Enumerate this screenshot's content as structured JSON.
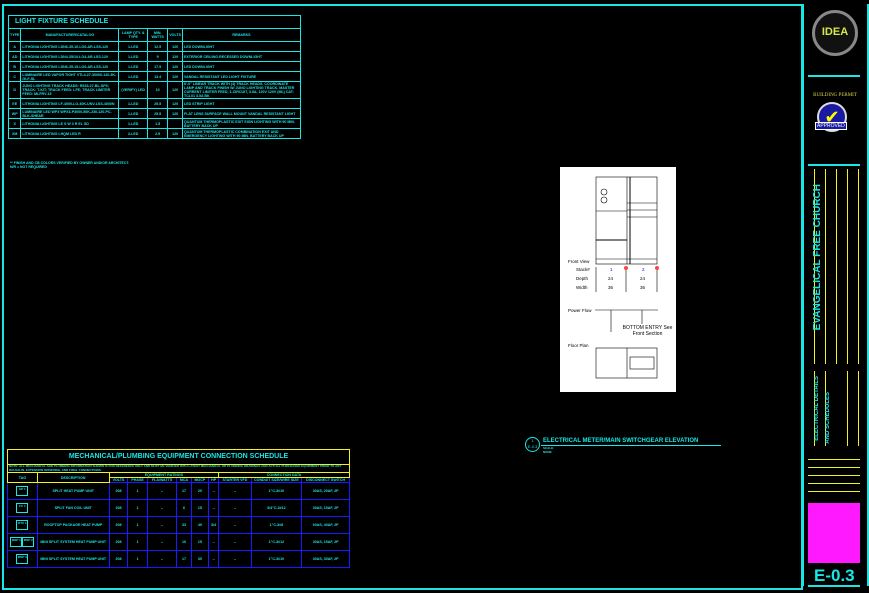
{
  "light_fixture_schedule": {
    "title": "LIGHT FIXTURE SCHEDULE",
    "headers": [
      "TYPE",
      "MANUFACTURER/CATALOG",
      "LAMP QTY. & TYPE",
      "MIN. WATTS",
      "VOLTS",
      "REMARKS"
    ],
    "rows": [
      {
        "type": "A",
        "catalog": "LITHONIA LIGHTING LDN6-35-10-LO6-AR-LSS-120",
        "lamp": "1-LED",
        "watts": "12.5",
        "volts": "120",
        "remarks": "LED DOWNLIGHT"
      },
      {
        "type": "AD",
        "catalog": "LITHONIA LIGHTING LDN4-35/10-LO4-AR-LSS-120",
        "lamp": "1-LED",
        "watts": "9",
        "volts": "120",
        "remarks": "EXTERIOR CEILING-RECESSED DOWNLIGHT"
      },
      {
        "type": "B",
        "catalog": "LITHONIA LIGHTING LDN6-35-15-LO6-AR-LSS-120",
        "lamp": "1-LED",
        "watts": "17.5",
        "volts": "120",
        "remarks": "LED DOWNLIGHT"
      },
      {
        "type": "C",
        "catalog": "LUMINAIRE LED VAPOR TIGHT VTL4-27-30000-120-3K-GLF-SL",
        "lamp": "1-LED",
        "watts": "13.4",
        "volts": "120",
        "remarks": "VANDAL RESISTANT LED LIGHT FIXTURE"
      },
      {
        "type": "D",
        "catalog": "JUNO LIGHTING TRACK HEADS: R633-27-BL-SP5; TRACK: T-KIT; TRACK FEED: LFE; TRACK LIMITER FEED: MLFRV-15",
        "lamp": "(VERIFY) LED",
        "watts": "10",
        "volts": "120",
        "remarks": "8'-0\" LINEAR TRACK WITH (4) TRACK HEADS. COORDINATE LAMP AND TRACK FINISH W/ JUNO LIGHTING TRACK. MASTER CURRENT LIMITER FEED, 1-CIRCUIT, 3.5A, 120V 120V (ML) CAT: TCL01 3.5A BK"
      },
      {
        "type": "EE",
        "catalog": "LITHONIA LIGHTING LF-4000-LO-40K-UNV-LSS-4000N",
        "lamp": "1-LED",
        "watts": "25.5",
        "volts": "120",
        "remarks": "LED STRIP LIGHT"
      },
      {
        "type": "WP",
        "catalog": "LUMINAIRE LED WP3 WPX3-P3000-50K-230-120-PC-BLK-SHEAR",
        "lamp": "1-LED",
        "watts": "25.5",
        "volts": "120",
        "remarks": "FLAT LENS SURFACE WALL MOUNT VANDAL RESISTANT LIGHT"
      },
      {
        "type": "X",
        "catalog": "LITHONIA LIGHTING LE S W 3 R EL SD",
        "lamp": "1-LED",
        "watts": "1.5",
        "volts": "",
        "remarks": "QUANTUM THERMOPLASTIC EXIT SIGN LIGHTING WITH 90 MIN. BATTERY BACK UP"
      },
      {
        "type": "XM",
        "catalog": "LITHONIA LIGHTING LHQM LED R",
        "lamp": "2-LED",
        "watts": "2.5",
        "volts": "120",
        "remarks": "QUANTUM THERMOPLASTIC COMBINATION EXIT AND EMERGENCY LIGHTING WITH 90 MIN. BATTERY BACK UP"
      }
    ],
    "notes": [
      "** FINISH AND CB COLORS VERIFIED BY OWNER AND/OR ARCHITECT.",
      "N/R = NOT REQUIRED"
    ]
  },
  "mech_schedule": {
    "title": "MECHANICAL/PLUMBING EQUIPMENT CONNECTION SCHEDULE",
    "note": "NOTE: ALL MECHANICAL AND PLUMBING INFORMATION SHOWN IS FOR REFERENCE ONLY AND MUST BE VERIFIED WITH LATEST MECHANICAL OR PLUMBING DRAWINGS AND ACTUAL PURCHASED EQUIPMENT PRIOR TO ANY ROUGH-IN, EXTENSION ORDERING, AND FINAL CONNECTIONS.",
    "group_equipment": "EQUIPMENT RATINGS",
    "group_connection": "CONNECTION DATA",
    "headers": [
      "TAG",
      "DESCRIPTION",
      "VOLTS",
      "PHASE",
      "FLA/WATTS",
      "MCA",
      "MOCP",
      "HP",
      "STARTER VFD",
      "CONDUIT SIZE/WIRE SIZE",
      "DISCONNECT SWITCH"
    ],
    "rows": [
      {
        "tag": [
          "HP 1"
        ],
        "desc": "SPLIT HEAT PUMP UNIT",
        "volts": "208",
        "phase": "1",
        "fla": "--",
        "mca": "17",
        "mocp": "20",
        "hp": "--",
        "starter": "--",
        "conduit": "1\"C-3#10",
        "disc": "30AS, 20AF, 2P"
      },
      {
        "tag": [
          "FC 1"
        ],
        "desc": "SPLIT FAN COIL UNIT",
        "volts": "208",
        "phase": "1",
        "fla": "--",
        "mca": "6",
        "mocp": "15",
        "hp": "--",
        "starter": "--",
        "conduit": "3/4\"C-3#12",
        "disc": "30AS, 15AF, 2P"
      },
      {
        "tag": [
          "RTU 1"
        ],
        "desc": "ROOFTOP PACKAGE HEAT PUMP",
        "volts": "208",
        "phase": "1",
        "fla": "--",
        "mca": "33",
        "mocp": "40",
        "hp": "3/4",
        "starter": "--",
        "conduit": "1\"C-3#8",
        "disc": "60AS, 40AF, 2P"
      },
      {
        "tag": [
          "MSP 1",
          "MSP 2"
        ],
        "desc": "MINI SPLIT SYSTEM HEAT PUMP UNIT",
        "volts": "208",
        "phase": "1",
        "fla": "--",
        "mca": "10",
        "mocp": "15",
        "hp": "--",
        "starter": "--",
        "conduit": "1\"C-3#12",
        "disc": "30AS, 15AF, 2P"
      },
      {
        "tag": [
          "MSP 3"
        ],
        "desc": "MINI SPLIT SYSTEM HEAT PUMP UNIT",
        "volts": "208",
        "phase": "1",
        "fla": "--",
        "mca": "17",
        "mocp": "30",
        "hp": "--",
        "starter": "--",
        "conduit": "1\"C-3#10",
        "disc": "30AS, 30AF, 2P"
      }
    ]
  },
  "elevation": {
    "front_view": "Front View",
    "stack_label": "Stack#",
    "depth_label": "Depth",
    "width_label": "Width",
    "stack": [
      "1",
      "2"
    ],
    "depth": [
      "24",
      "24"
    ],
    "width": [
      "36",
      "36"
    ],
    "power_flow": "Power Flow",
    "floor_plan": "Floor Plan",
    "note": "BOTTOM ENTRY See Front Section",
    "caption": "ELECTRICAL METER/MAIN SWITCHGEAR ELEVATION",
    "scale": "SCALE: NONE",
    "detail_no": "1",
    "detail_sheet": "E-0.3"
  },
  "title_block": {
    "logo": "IDEA",
    "permit": "BUILDING PERMIT",
    "approved": "APPROVED",
    "project": "EVANGELICAL FREE CHURCH",
    "sheet_title_1": "ELECTRICAL DETAILS",
    "sheet_title_2": "AND SCHEDULES",
    "sheet_number": "E-0.3"
  },
  "colors": {
    "cyan": "#19e6e6",
    "yellow": "#f2f21a",
    "blue": "#1a1aff",
    "magenta": "#ff19ff"
  }
}
